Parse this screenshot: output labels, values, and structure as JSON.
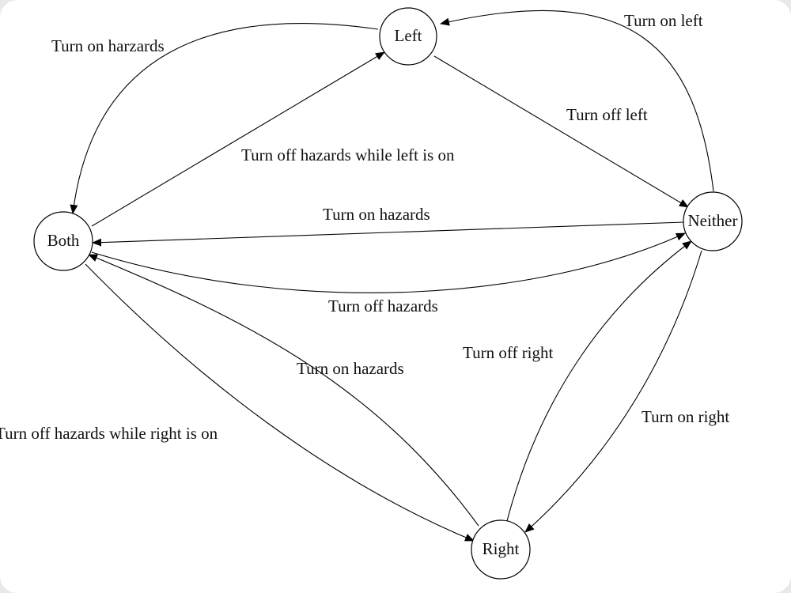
{
  "diagram": {
    "nodes": [
      {
        "id": "left",
        "label": "Left"
      },
      {
        "id": "both",
        "label": "Both"
      },
      {
        "id": "neither",
        "label": "Neither"
      },
      {
        "id": "right",
        "label": "Right"
      }
    ],
    "edges": [
      {
        "id": "both_to_left",
        "from": "both",
        "to": "left",
        "label": "Turn off hazards while left is on"
      },
      {
        "id": "left_to_both",
        "from": "left",
        "to": "both",
        "label": "Turn on harzards"
      },
      {
        "id": "neither_to_left",
        "from": "neither",
        "to": "left",
        "label": "Turn on left"
      },
      {
        "id": "left_to_neither",
        "from": "left",
        "to": "neither",
        "label": "Turn off left"
      },
      {
        "id": "neither_to_both",
        "from": "neither",
        "to": "both",
        "label": "Turn on hazards"
      },
      {
        "id": "both_to_neither",
        "from": "both",
        "to": "neither",
        "label": "Turn off hazards"
      },
      {
        "id": "right_to_both",
        "from": "right",
        "to": "both",
        "label": "Turn on hazards"
      },
      {
        "id": "both_to_right",
        "from": "both",
        "to": "right",
        "label": "Turn off hazards while right is on"
      },
      {
        "id": "right_to_neither",
        "from": "right",
        "to": "neither",
        "label": "Turn off right"
      },
      {
        "id": "neither_to_right",
        "from": "neither",
        "to": "right",
        "label": "Turn on right"
      }
    ]
  }
}
